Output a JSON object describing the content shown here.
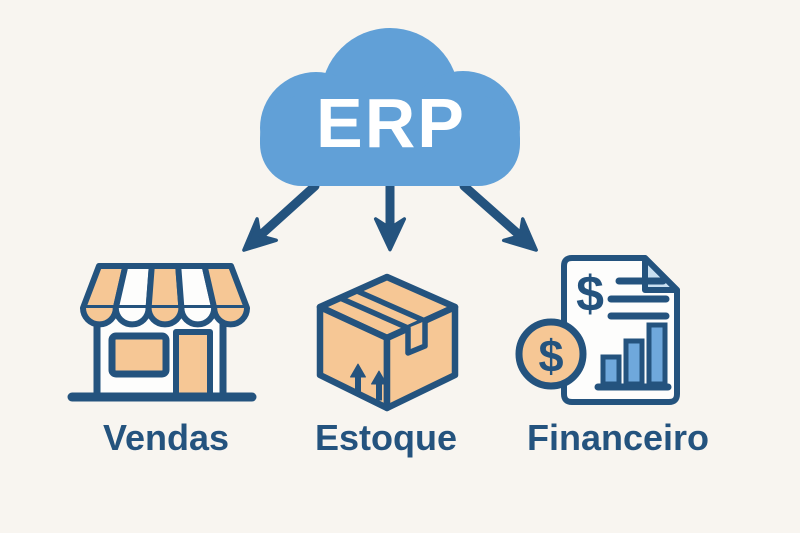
{
  "colors": {
    "background": "#F8F5F0",
    "cloud_blue": "#61A0D7",
    "outline_navy": "#24537E",
    "fill_orange": "#F6C795",
    "fold_light_blue": "#C9DFF0",
    "bar_blue": "#6FA8DC",
    "paper_white": "#FDFDFC",
    "text_white": "#FFFFFF"
  },
  "diagram": {
    "cloud": {
      "label": "ERP"
    },
    "modules": [
      {
        "label": "Vendas",
        "icon": "storefront-icon"
      },
      {
        "label": "Estoque",
        "icon": "package-box-icon"
      },
      {
        "label": "Financeiro",
        "icon": "finance-document-icon"
      }
    ],
    "symbols": {
      "dollar": "$"
    }
  }
}
